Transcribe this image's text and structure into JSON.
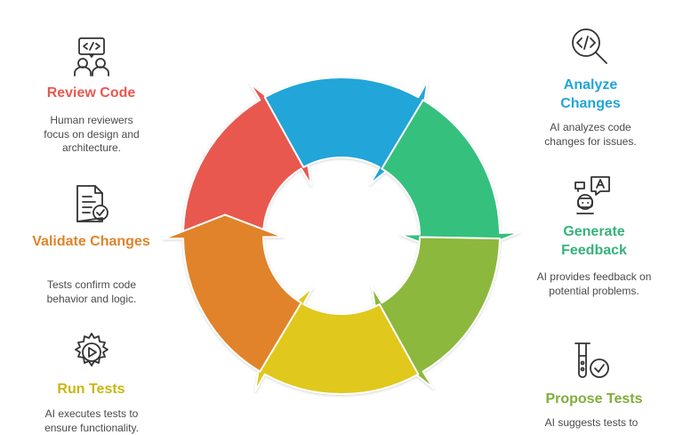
{
  "steps": [
    {
      "id": "review",
      "title": "Review Code",
      "description": "Human reviewers focus on design and architecture.",
      "color": "#e8584f",
      "icon": "code-review-icon"
    },
    {
      "id": "analyze",
      "title": "Analyze Changes",
      "description": "AI analyzes code changes for issues.",
      "color": "#22a5d8",
      "icon": "code-search-icon"
    },
    {
      "id": "feedback",
      "title": "Generate Feedback",
      "description": "AI provides feedback on potential problems.",
      "color": "#36c07e",
      "icon": "ai-chat-icon"
    },
    {
      "id": "propose",
      "title": "Propose Tests",
      "description": "AI suggests tests to",
      "color": "#8cb83e",
      "icon": "test-tube-icon"
    },
    {
      "id": "run",
      "title": "Run Tests",
      "description": "AI executes tests to ensure functionality.",
      "color": "#e0c81a",
      "icon": "play-gear-icon"
    },
    {
      "id": "validate",
      "title": "Validate Changes",
      "description": "Tests confirm code behavior and logic.",
      "color": "#e0832a",
      "icon": "checked-document-icon"
    }
  ]
}
